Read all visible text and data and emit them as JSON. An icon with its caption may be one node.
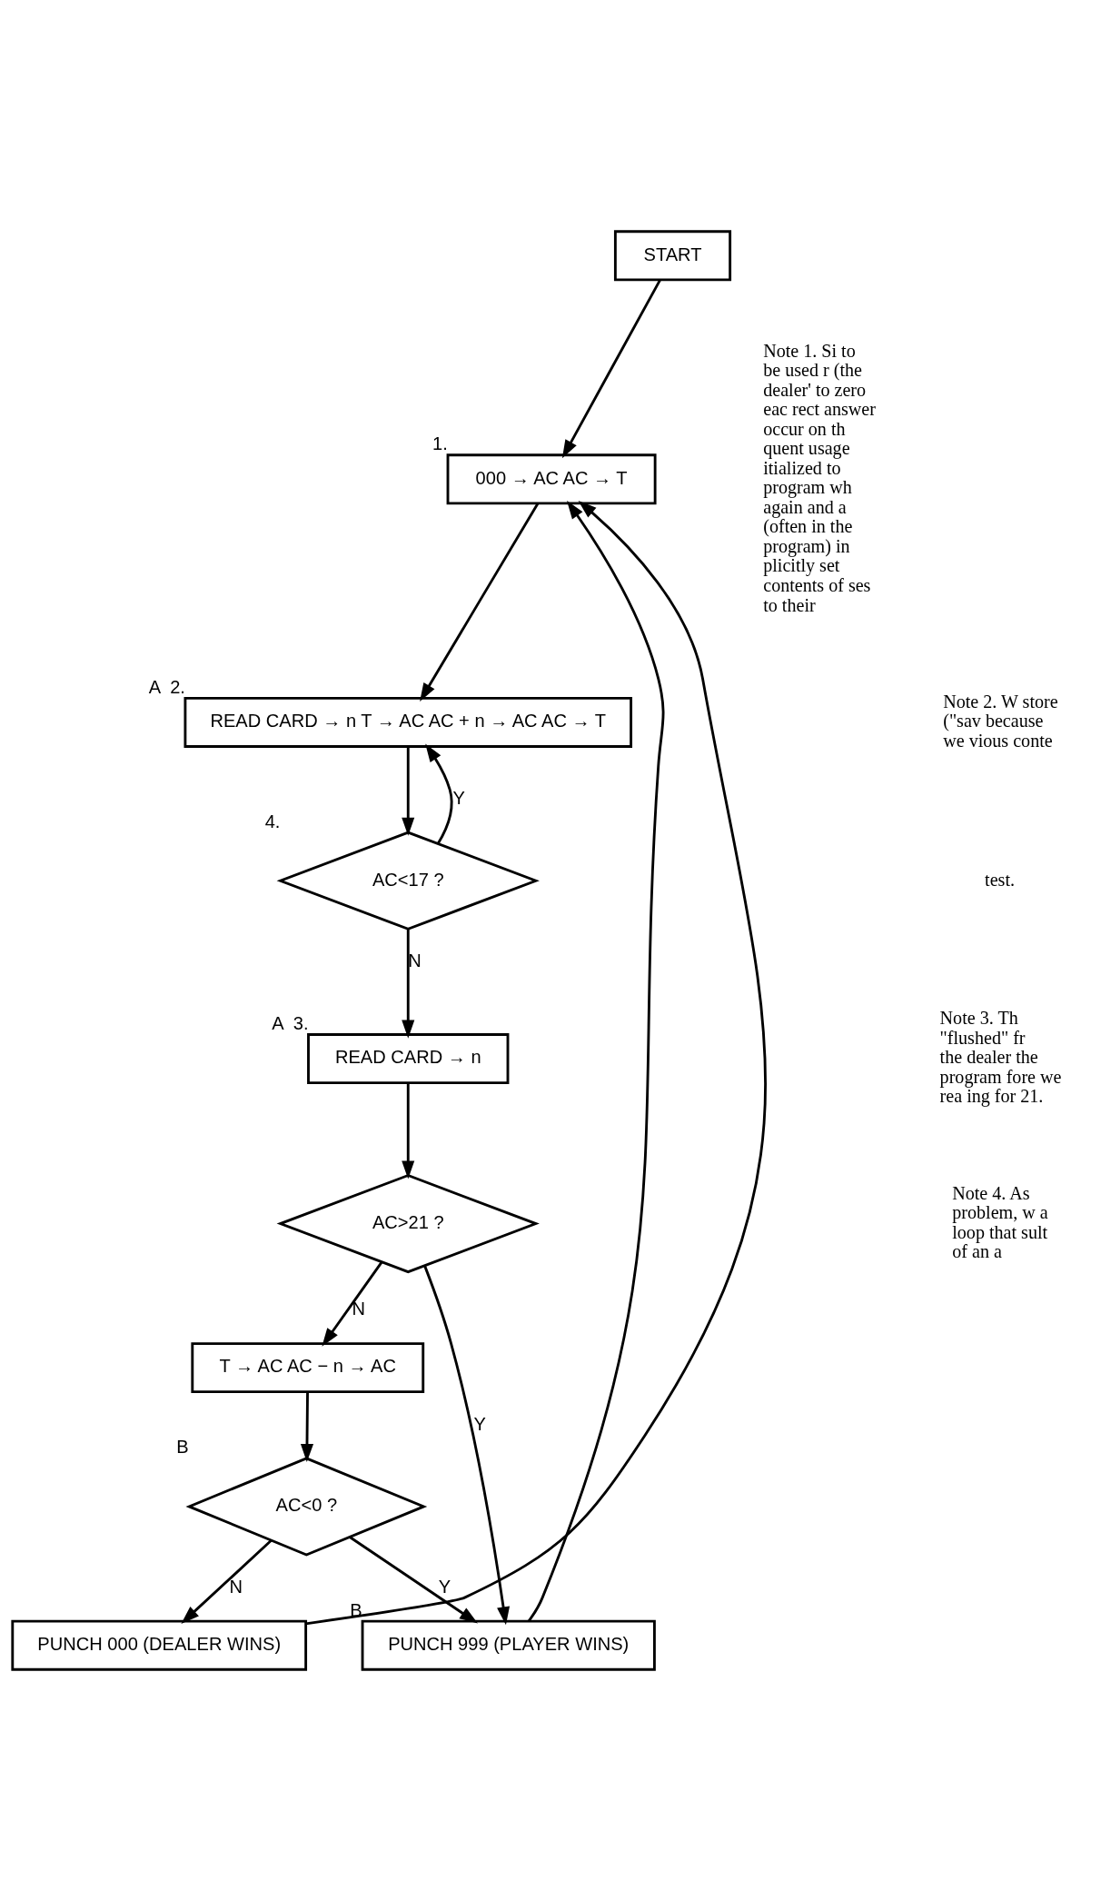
{
  "diagram": {
    "nodes": [
      {
        "text": [
          "START"
        ]
      },
      {
        "text": [
          "000 → AC AC → T"
        ],
        "beside": [
          "1."
        ]
      },
      {
        "text": [
          "READ CARD → n T → AC AC + n → AC AC → T"
        ],
        "beside": [
          "A",
          "2."
        ]
      },
      {
        "text": [
          "AC<17 ?"
        ],
        "beside": [
          "4."
        ]
      },
      {
        "text": [
          "READ CARD → n"
        ],
        "beside": [
          "A",
          "3."
        ]
      },
      {
        "text": [
          "AC>21 ?"
        ]
      },
      {
        "text": [
          "T → AC AC − n → AC"
        ]
      },
      {
        "text": [
          "AC<0 ?"
        ],
        "beside": [
          "B"
        ]
      },
      {
        "text": [
          "PUNCH 999 (PLAYER WINS)"
        ],
        "beside": [
          "B"
        ]
      },
      {
        "text": [
          "PUNCH 000 (DEALER WINS)"
        ]
      }
    ],
    "edges": [
      {
        "from": 0,
        "to": 1,
        "arrow": "to"
      },
      {
        "from": 1,
        "to": 2,
        "arrow": "to"
      },
      {
        "from": 2,
        "to": 3,
        "arrow": "to"
      },
      {
        "from": 3,
        "to": 2,
        "arrow": "to",
        "label": "Y"
      },
      {
        "from": 3,
        "to": 4,
        "arrow": "to",
        "label": "N"
      },
      {
        "from": 4,
        "to": 5,
        "arrow": "to"
      },
      {
        "from": 5,
        "to": 8,
        "arrow": "to",
        "label": "Y"
      },
      {
        "from": 5,
        "to": 6,
        "arrow": "to",
        "label": "N"
      },
      {
        "from": 6,
        "to": 7,
        "arrow": "to"
      },
      {
        "from": 7,
        "to": 8,
        "arrow": "to",
        "label": "Y"
      },
      {
        "from": 7,
        "to": 9,
        "arrow": "to",
        "label": "N"
      },
      {
        "from": 9,
        "to": 1,
        "arrow": "to"
      },
      {
        "from": 8,
        "to": 1,
        "arrow": "to"
      }
    ],
    "labels": [
      "Note 1. Si to be used r (the dealer' to zero eac rect answer occur on th quent usage itialized to program wh again and a (often in the program) in plicitly set contents of ses to their",
      "Note 2. W store (\"sav because we vious conte",
      "test.",
      "Note 3. Th \"flushed\" fr the dealer the program fore we rea ing for 21.",
      "Note 4. As problem, w a loop that sult of an a"
    ]
  }
}
